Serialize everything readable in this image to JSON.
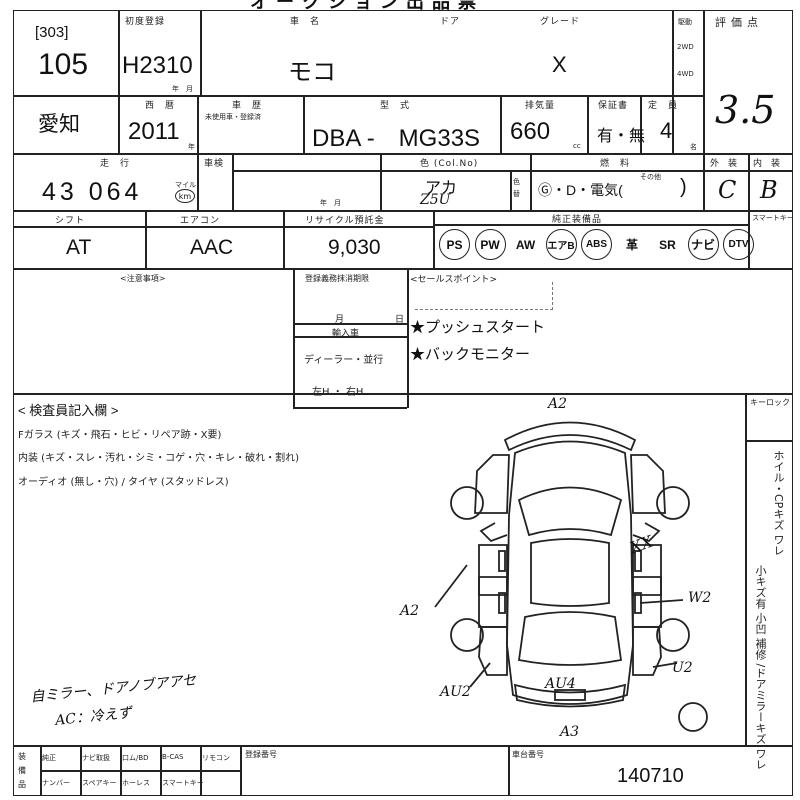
{
  "header": {
    "title": "オークション出品票"
  },
  "lot": {
    "auction_code": "[303]",
    "lot_number": "105"
  },
  "first_registration": {
    "label": "初度登録",
    "value": "H2310",
    "sub": "年　月"
  },
  "car_name": {
    "label": "車　名",
    "value": "モコ"
  },
  "door": {
    "label": "ドア"
  },
  "grade": {
    "label": "グレード",
    "value": "X"
  },
  "drive": {
    "label": "駆動",
    "opt1": "2WD",
    "opt2": "4WD"
  },
  "rating": {
    "label": "評価点",
    "value": "3.5"
  },
  "region": {
    "value": "愛知"
  },
  "year": {
    "label": "西　暦",
    "value": "2011",
    "unit": "年"
  },
  "history": {
    "label": "車　歴",
    "sub": "未使用車・登録済"
  },
  "model": {
    "label": "型　式",
    "value": "DBA -　MG33S"
  },
  "displacement": {
    "label": "排気量",
    "value": "660",
    "unit": "cc"
  },
  "warranty": {
    "label": "保証書",
    "value": "有・無"
  },
  "capacity": {
    "label": "定　員",
    "value": "4",
    "unit": "名"
  },
  "mileage": {
    "label": "走　行",
    "value": "43 064",
    "unit_top": "マイル",
    "unit_km": "km"
  },
  "inspection": {
    "label": "車検",
    "sub": "年　月"
  },
  "color": {
    "label": "色 (Col.No)",
    "value": "アカ",
    "code": "Z5U",
    "change_label": "色替"
  },
  "fuel": {
    "label": "燃　料",
    "value": "Ⓖ・D・電気(",
    "other": "その他",
    "close": ")"
  },
  "exterior": {
    "label": "外　装",
    "value": "C"
  },
  "interior": {
    "label": "内　装",
    "value": "B"
  },
  "shift": {
    "label": "シフト",
    "value": "AT"
  },
  "aircon": {
    "label": "エアコン",
    "value": "AAC"
  },
  "recycle": {
    "label": "リサイクル預託金",
    "value": "9,030"
  },
  "equipment": {
    "label": "純正装備品",
    "items": [
      {
        "text": "PS",
        "circled": true
      },
      {
        "text": "PW",
        "circled": true
      },
      {
        "text": "AW",
        "circled": false
      },
      {
        "text": "エアB",
        "circled": true
      },
      {
        "text": "ABS",
        "circled": true
      },
      {
        "text": "革",
        "circled": false
      },
      {
        "text": "SR",
        "circled": false
      },
      {
        "text": "ナビ",
        "circled": true
      },
      {
        "text": "DTV",
        "circled": true
      }
    ],
    "smartkey": "スマートキー"
  },
  "notes": {
    "label": "<注意事項>"
  },
  "registration": {
    "label": "登録義務抹消期限",
    "month": "月",
    "day": "日"
  },
  "import": {
    "label": "輸入車",
    "dealer": "ディーラー・並行",
    "steering": "左H ・ 右H"
  },
  "sales_points": {
    "label": "<セールスポイント>",
    "items": [
      "★プッシュスタート",
      "★バックモニター"
    ]
  },
  "inspector": {
    "label": "< 検査員記入欄 >",
    "lines": [
      "Fガラス (キズ・飛石・ヒビ・リペア跡・X要)",
      "内装 (キズ・スレ・汚れ・シミ・コゲ・穴・キレ・破れ・割れ)",
      "オーディオ (無し・穴) / タイヤ (スタッドレス)"
    ],
    "handwritten_1": "自ミラー、ドアノブアアセ",
    "handwritten_2": "AC：冷えず"
  },
  "keylock": {
    "label": "キーロック"
  },
  "side_notes": {
    "col1": "ホイル・CPキズ ワレ",
    "col2": "小キズ有 小凹 補修 /ドアミラーキズ ワレ"
  },
  "diagram_marks": {
    "front": "A2",
    "left": "A2",
    "right_front": "XX",
    "right_mid": "W2",
    "right_rear": "U2",
    "rear_left": "AU2",
    "rear_center": "AU4",
    "bottom": "A3"
  },
  "footer": {
    "label": "装備品",
    "row1": [
      "純正",
      "ナビ取扱",
      "口ム/BD",
      "B-CAS",
      "リモコン"
    ],
    "row2": [
      "ナンバー",
      "スペアキー",
      "ホーレス",
      "スマートキー",
      ""
    ],
    "reg_label": "登録番号",
    "chassis_label": "車台番号",
    "chassis_value": "140710"
  }
}
